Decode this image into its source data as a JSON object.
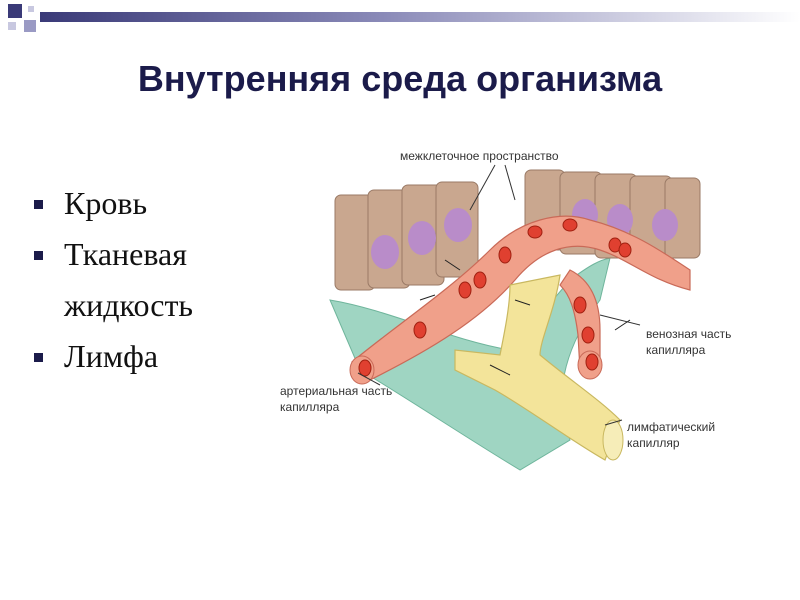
{
  "slide": {
    "title": "Внутренняя среда организма",
    "bullets": [
      "Кровь",
      "Тканевая",
      "жидкость",
      "Лимфа"
    ]
  },
  "diagram": {
    "labels": {
      "intercellular": "межклеточное пространство",
      "venous_1": "венозная часть",
      "venous_2": "капилляра",
      "arterial_1": "артериальная часть",
      "arterial_2": "капилляра",
      "lymph_1": "лимфатический",
      "lymph_2": "капилляр"
    }
  },
  "colors": {
    "title": "#1b1b4a",
    "cell": "#c9a78f",
    "nucleus": "#b98cc9",
    "capillary": "#f0a08a",
    "rbc": "#e04030",
    "lymph": "#f3e49a",
    "tissue_fluid": "#9fd5c2"
  }
}
